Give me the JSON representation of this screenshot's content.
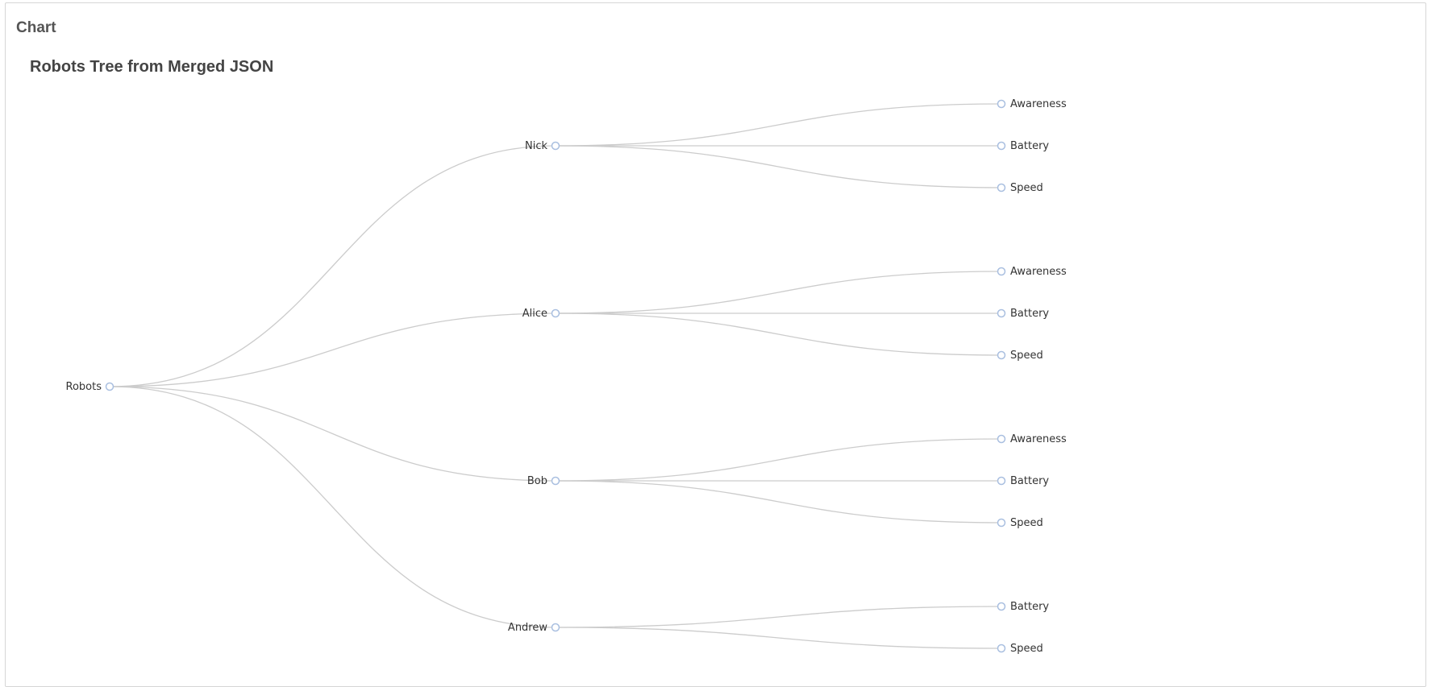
{
  "panel": {
    "header": "Chart"
  },
  "chart": {
    "title": "Robots Tree from Merged JSON",
    "link_color": "#cccccc",
    "node_stroke": "#a9bfe0",
    "node_fill": "#ffffff",
    "tree": {
      "name": "Robots",
      "children": [
        {
          "name": "Nick",
          "children": [
            {
              "name": "Awareness"
            },
            {
              "name": "Battery"
            },
            {
              "name": "Speed"
            }
          ]
        },
        {
          "name": "Alice",
          "children": [
            {
              "name": "Awareness"
            },
            {
              "name": "Battery"
            },
            {
              "name": "Speed"
            }
          ]
        },
        {
          "name": "Bob",
          "children": [
            {
              "name": "Awareness"
            },
            {
              "name": "Battery"
            },
            {
              "name": "Speed"
            }
          ]
        },
        {
          "name": "Andrew",
          "children": [
            {
              "name": "Battery"
            },
            {
              "name": "Speed"
            }
          ]
        }
      ]
    }
  }
}
